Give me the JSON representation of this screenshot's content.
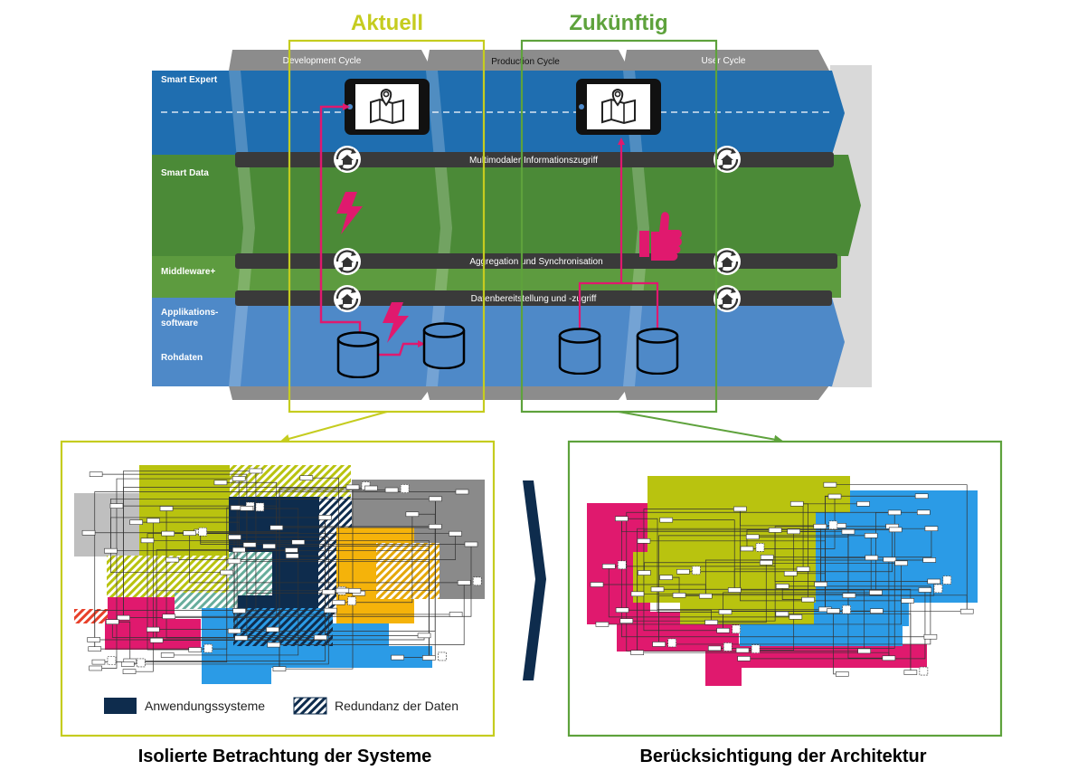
{
  "titles": {
    "current": "Aktuell",
    "future": "Zukünftig"
  },
  "cycles": [
    "Development Cycle",
    "Production Cycle",
    "User Cycle"
  ],
  "layers": [
    "Smart Expert",
    "Smart Data",
    "Middleware+",
    "Applikations-\nsoftware",
    "Rohdaten"
  ],
  "bars": [
    "Multimodaler Informationszugriff",
    "Aggregation und Synchronisation",
    "Datenbereitstellung und -zugriff"
  ],
  "legend": {
    "systems": "Anwendungssysteme",
    "redundancy": "Redundanz der Daten"
  },
  "captions": {
    "left": "Isolierte Betrachtung der Systeme",
    "right": "Berücksichtigung der Architektur"
  },
  "colors": {
    "current": "#c5cc1f",
    "future": "#5ea23c",
    "expert": "#1f6eb0",
    "smartdata": "#4b8a37",
    "middleware": "#5d9b3f",
    "raw": "#4e89c8",
    "cycle": "#8c8c8c",
    "bar": "#3a3a3a",
    "magenta": "#e0196e",
    "lime": "#b9c30f",
    "navy": "#0e2c4d",
    "orange": "#f5b30a",
    "azure": "#2b9be6",
    "grey": "#8a8a8a",
    "lightgrey": "#bfbfbf",
    "teal": "#67ad9c"
  },
  "icons": [
    "tablet-map-icon",
    "sync-home-icon",
    "lightning-icon",
    "thumbs-up-icon",
    "database-icon",
    "chevron-right-icon"
  ]
}
